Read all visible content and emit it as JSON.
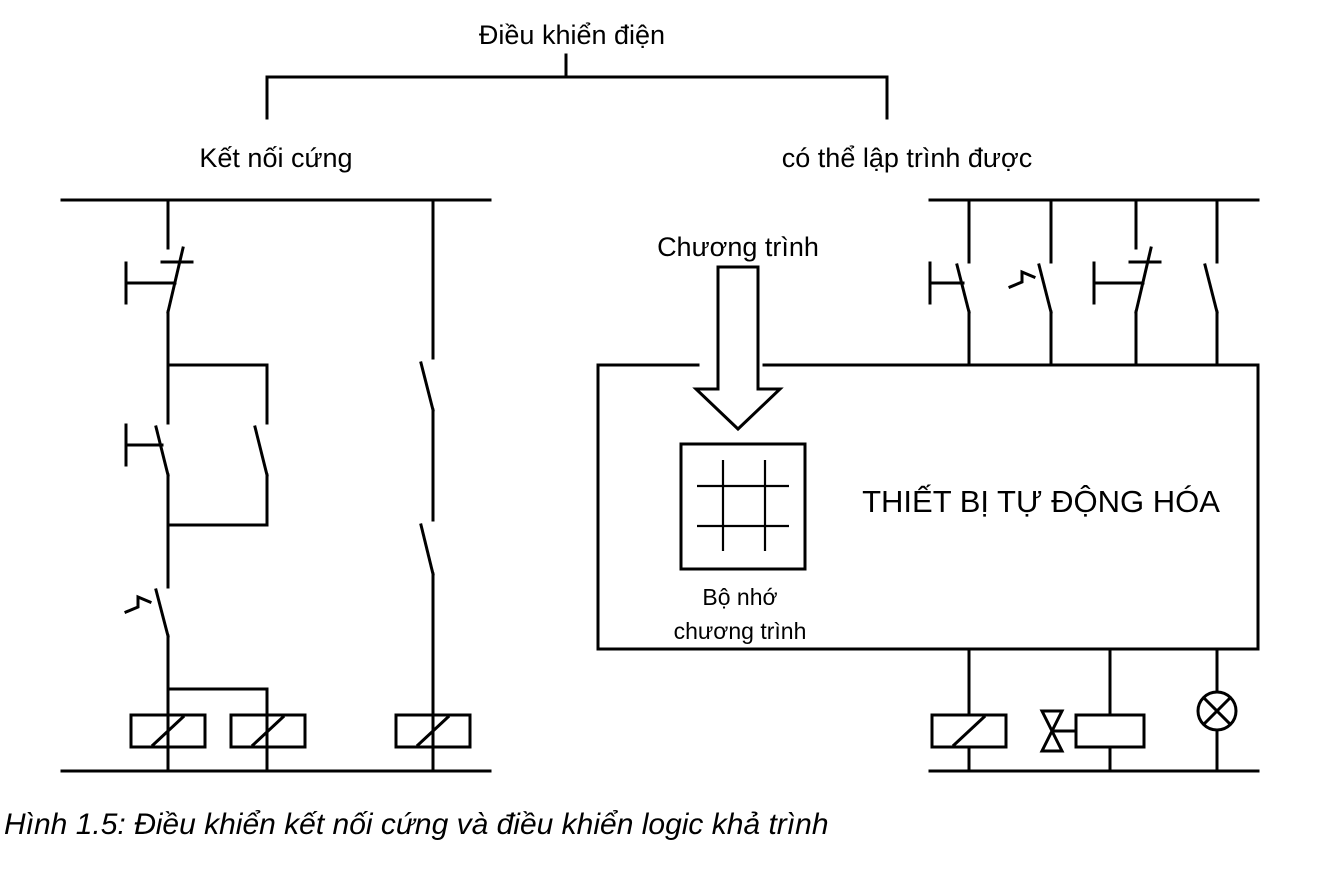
{
  "title": "Điều khiển điện",
  "left_label": "Kết nối cứng",
  "right_label": "có thể lập trình được",
  "program_label": "Chương trình",
  "device_label": "THIẾT BỊ TỰ ĐỘNG HÓA",
  "memory_label_line1": "Bộ nhớ",
  "memory_label_line2": "chương trình",
  "caption": "Hình 1.5: Điều khiển kết nối cứng và điều khiển logic khả trình"
}
